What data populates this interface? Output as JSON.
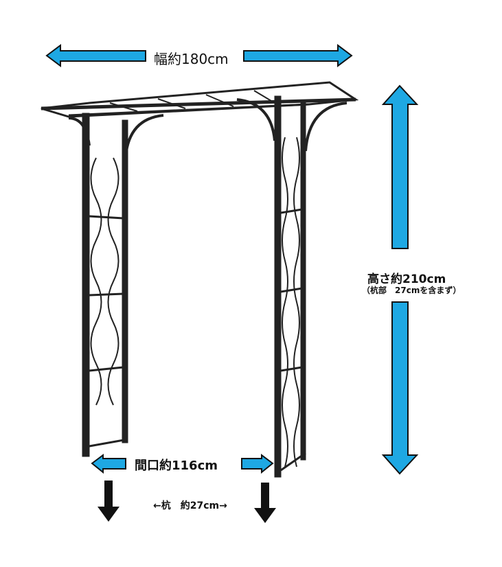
{
  "labels": {
    "width": "幅約180cm",
    "height": "高さ約210cm",
    "height_note": "（杭部　27cmを含まず）",
    "opening": "間口約116cm",
    "stake": "←杭　約27cm→"
  },
  "colors": {
    "arrow_fill": "#1ea8e3",
    "arrow_outline": "#111111",
    "frame": "#222222"
  }
}
